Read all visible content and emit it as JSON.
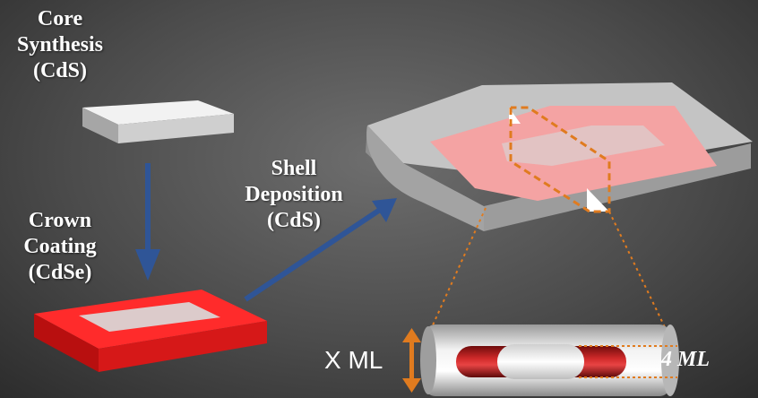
{
  "labels": {
    "core": [
      "Core",
      "Synthesis",
      "(CdS)"
    ],
    "crown": [
      "Crown",
      "Coating",
      "(CdSe)"
    ],
    "shell": [
      "Shell",
      "Deposition",
      "(CdS)"
    ],
    "x_ml": "X ML",
    "four_ml": "4 ML"
  },
  "colors": {
    "core_plate": "#d9d9d9",
    "crown": "#e81e1e",
    "arrow": "#2f5597",
    "shell": "#b8b8b8",
    "pink_crown": "#f2a6a6",
    "guide": "#e07b1f",
    "cross_section_red": "#a81a1a"
  },
  "icons": {
    "arrow_down": "down-arrow-icon",
    "arrow_diag": "diagonal-arrow-icon",
    "double_arrow": "double-arrow-icon"
  }
}
